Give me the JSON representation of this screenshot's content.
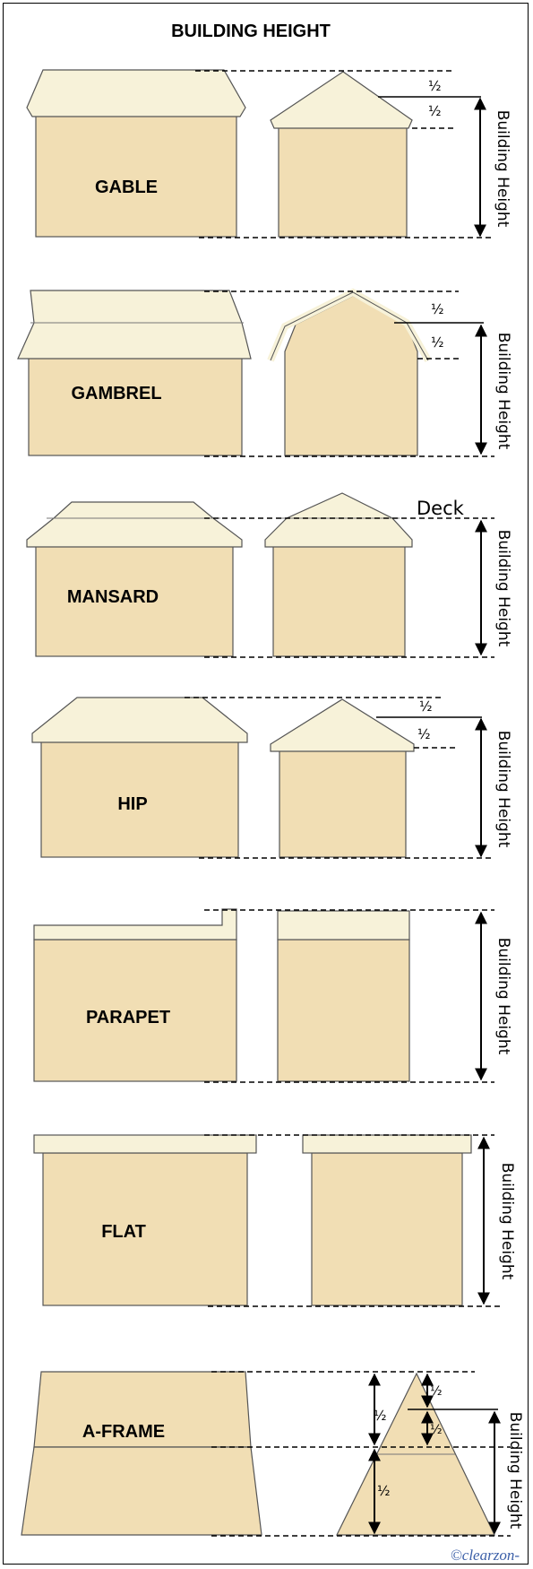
{
  "title": "BUILDING HEIGHT",
  "measure_label": "Building Height",
  "half_symbol": "½",
  "deck_label": "Deck",
  "credit": "©clearzon-",
  "styles": [
    {
      "name": "GABLE"
    },
    {
      "name": "GAMBREL"
    },
    {
      "name": "MANSARD"
    },
    {
      "name": "HIP"
    },
    {
      "name": "PARAPET"
    },
    {
      "name": "FLAT"
    },
    {
      "name": "A-FRAME"
    }
  ]
}
